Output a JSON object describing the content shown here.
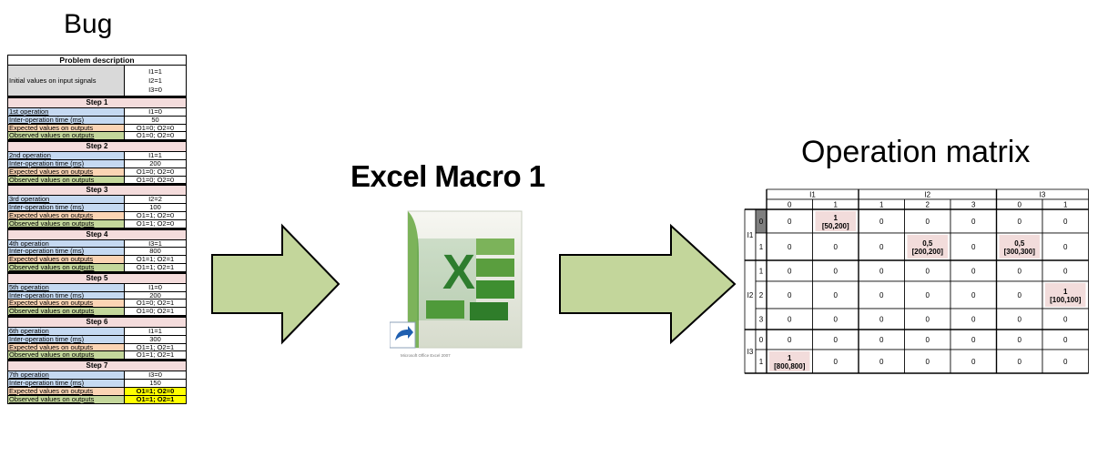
{
  "bug": {
    "title": "Bug",
    "header": "Problem description",
    "initial": {
      "label": "Initial values on input signals",
      "values": [
        "I1=1",
        "I2=1",
        "I3=0"
      ]
    },
    "steps": [
      {
        "name": "Step 1",
        "op_label": "1st operation",
        "op": "I1=0",
        "time_label": "Inter-operation time (ms)",
        "time": "50",
        "exp_label": "Expected values on outputs",
        "exp": "O1=0; O2=0",
        "obs_label": "Observed values on outputs",
        "obs": "O1=0; O2=0"
      },
      {
        "name": "Step 2",
        "op_label": "2nd operation",
        "op": "I1=1",
        "time_label": "Inter-operation time (ms)",
        "time": "200",
        "exp_label": "Expected values on outputs",
        "exp": "O1=0; O2=0",
        "obs_label": "Observed values on outputs",
        "obs": "O1=0; O2=0"
      },
      {
        "name": "Step 3",
        "op_label": "3rd operation",
        "op": "I2=2",
        "time_label": "Inter-operation time (ms)",
        "time": "100",
        "exp_label": "Expected values on outputs",
        "exp": "O1=1; O2=0",
        "obs_label": "Observed values on outputs",
        "obs": "O1=1; O2=0"
      },
      {
        "name": "Step 4",
        "op_label": "4th operation",
        "op": "I3=1",
        "time_label": "Inter-operation time (ms)",
        "time": "800",
        "exp_label": "Expected values on outputs",
        "exp": "O1=1; O2=1",
        "obs_label": "Observed values on outputs",
        "obs": "O1=1; O2=1"
      },
      {
        "name": "Step 5",
        "op_label": "5th operation",
        "op": "I1=0",
        "time_label": "Inter-operation time (ms)",
        "time": "200",
        "exp_label": "Expected values on outputs",
        "exp": "O1=0; O2=1",
        "obs_label": "Observed values on outputs",
        "obs": "O1=0; O2=1"
      },
      {
        "name": "Step 6",
        "op_label": "6th operation",
        "op": "I1=1",
        "time_label": "Inter-operation time (ms)",
        "time": "300",
        "exp_label": "Expected values on outputs",
        "exp": "O1=1; O2=1",
        "obs_label": "Observed values on outputs",
        "obs": "O1=1; O2=1"
      },
      {
        "name": "Step 7",
        "op_label": "7th operation",
        "op": "I3=0",
        "time_label": "Inter-operation time (ms)",
        "time": "150",
        "exp_label": "Expected values on outputs",
        "exp": "O1=1; O2=0",
        "obs_label": "Observed values on outputs",
        "obs": "O1=1; O2=1",
        "highlight": true
      }
    ]
  },
  "macro": {
    "title": "Excel Macro 1",
    "icon": "excel-2007-icon",
    "caption": "Microsoft Office Excel 2007"
  },
  "matrix": {
    "title": "Operation matrix",
    "col_groups": [
      {
        "name": "I1",
        "values": [
          "0",
          "1"
        ]
      },
      {
        "name": "I2",
        "values": [
          "1",
          "2",
          "3"
        ]
      },
      {
        "name": "I3",
        "values": [
          "0",
          "1"
        ]
      }
    ],
    "row_groups": [
      {
        "name": "I1",
        "values": [
          "0",
          "1"
        ]
      },
      {
        "name": "I2",
        "values": [
          "1",
          "2",
          "3"
        ]
      },
      {
        "name": "I3",
        "values": [
          "0",
          "1"
        ]
      }
    ],
    "cells": [
      [
        {
          "v": "0"
        },
        {
          "v": "1",
          "r": "[50,200]",
          "hl": true
        },
        {
          "v": "0"
        },
        {
          "v": "0"
        },
        {
          "v": "0"
        },
        {
          "v": "0"
        },
        {
          "v": "0"
        }
      ],
      [
        {
          "v": "0"
        },
        {
          "v": "0"
        },
        {
          "v": "0"
        },
        {
          "v": "0,5",
          "r": "[200,200]",
          "hl": true
        },
        {
          "v": "0"
        },
        {
          "v": "0,5",
          "r": "[300,300]",
          "hl": true
        },
        {
          "v": "0"
        }
      ],
      [
        {
          "v": "0"
        },
        {
          "v": "0"
        },
        {
          "v": "0"
        },
        {
          "v": "0"
        },
        {
          "v": "0"
        },
        {
          "v": "0"
        },
        {
          "v": "0"
        }
      ],
      [
        {
          "v": "0"
        },
        {
          "v": "0"
        },
        {
          "v": "0"
        },
        {
          "v": "0"
        },
        {
          "v": "0"
        },
        {
          "v": "0"
        },
        {
          "v": "1",
          "r": "[100,100]",
          "hl": true
        }
      ],
      [
        {
          "v": "0"
        },
        {
          "v": "0"
        },
        {
          "v": "0"
        },
        {
          "v": "0"
        },
        {
          "v": "0"
        },
        {
          "v": "0"
        },
        {
          "v": "0"
        }
      ],
      [
        {
          "v": "0"
        },
        {
          "v": "0"
        },
        {
          "v": "0"
        },
        {
          "v": "0"
        },
        {
          "v": "0"
        },
        {
          "v": "0"
        },
        {
          "v": "0"
        }
      ],
      [
        {
          "v": "1",
          "r": "[800,800]",
          "hl": true
        },
        {
          "v": "0"
        },
        {
          "v": "0"
        },
        {
          "v": "0"
        },
        {
          "v": "0"
        },
        {
          "v": "0"
        },
        {
          "v": "0"
        }
      ]
    ]
  },
  "colors": {
    "arrow_fill": "#c3d69b",
    "arrow_stroke": "#000000",
    "highlight_cell": "#f2dcdb",
    "highlight_yellow": "#ffff00"
  }
}
